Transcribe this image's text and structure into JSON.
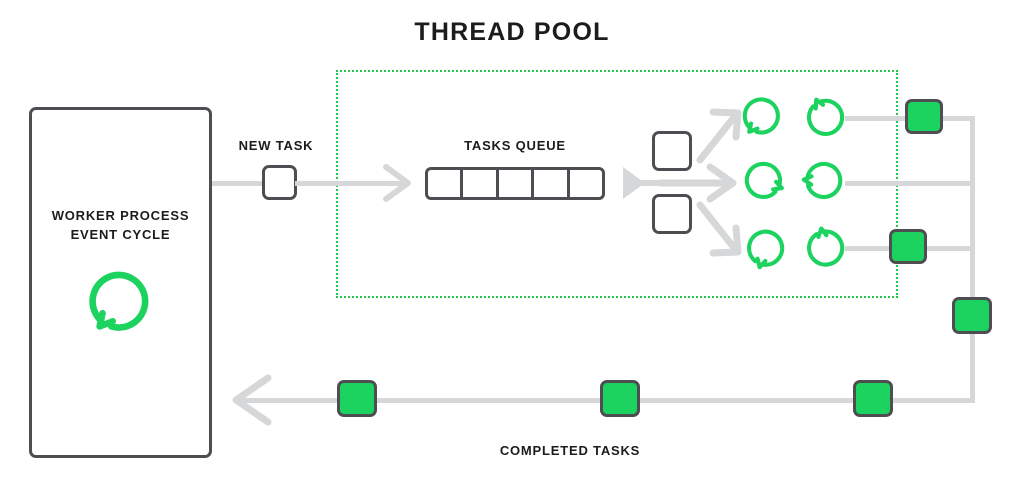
{
  "diagram": {
    "title": "THREAD POOL",
    "colors": {
      "green": "#1bd35e",
      "dotted_border_green": "#23c552",
      "dark_stroke": "#4d4d52",
      "gray_line": "#d6d7d9",
      "text": "#1c1c1c",
      "background": "#ffffff"
    },
    "worker_process": {
      "label_line1": "WORKER PROCESS",
      "label_line2": "EVENT CYCLE",
      "icon": "circular-arrow-counterclockwise-icon"
    },
    "new_task": {
      "label": "NEW TASK",
      "box_state": "empty"
    },
    "tasks_queue": {
      "label": "TASKS QUEUE",
      "cells": 5,
      "cell_states": [
        "empty",
        "empty",
        "empty",
        "empty",
        "empty"
      ]
    },
    "dispatch_boxes": [
      {
        "name": "dispatch-task-upper",
        "state": "empty"
      },
      {
        "name": "dispatch-task-lower",
        "state": "empty"
      }
    ],
    "dispatch_arrows": [
      {
        "name": "dispatch-arrow-up",
        "direction": "up-right"
      },
      {
        "name": "dispatch-arrow-straight",
        "direction": "right"
      },
      {
        "name": "dispatch-arrow-down",
        "direction": "down-right"
      }
    ],
    "worker_threads": [
      {
        "row": 1,
        "slot": "left",
        "icon": "thread-spinner-icon",
        "rotation": 0,
        "flip": false
      },
      {
        "row": 1,
        "slot": "right",
        "icon": "thread-spinner-icon",
        "rotation": 115,
        "flip": false
      },
      {
        "row": 2,
        "slot": "left",
        "icon": "thread-spinner-icon",
        "rotation": 180,
        "flip": true
      },
      {
        "row": 2,
        "slot": "right",
        "icon": "thread-spinner-icon",
        "rotation": 55,
        "flip": false
      },
      {
        "row": 3,
        "slot": "left",
        "icon": "thread-spinner-icon",
        "rotation": 200,
        "flip": false
      },
      {
        "row": 3,
        "slot": "right",
        "icon": "thread-spinner-icon",
        "rotation": 130,
        "flip": false
      }
    ],
    "completed_boxes": [
      {
        "name": "completed-task-row1",
        "state": "filled"
      },
      {
        "name": "completed-task-row3",
        "state": "filled"
      },
      {
        "name": "completed-task-return-vertical",
        "state": "filled"
      },
      {
        "name": "completed-task-bottom-right",
        "state": "filled"
      },
      {
        "name": "completed-task-bottom-mid",
        "state": "filled"
      },
      {
        "name": "completed-task-bottom-left",
        "state": "filled"
      }
    ],
    "completed_tasks": {
      "label": "COMPLETED TASKS"
    }
  }
}
